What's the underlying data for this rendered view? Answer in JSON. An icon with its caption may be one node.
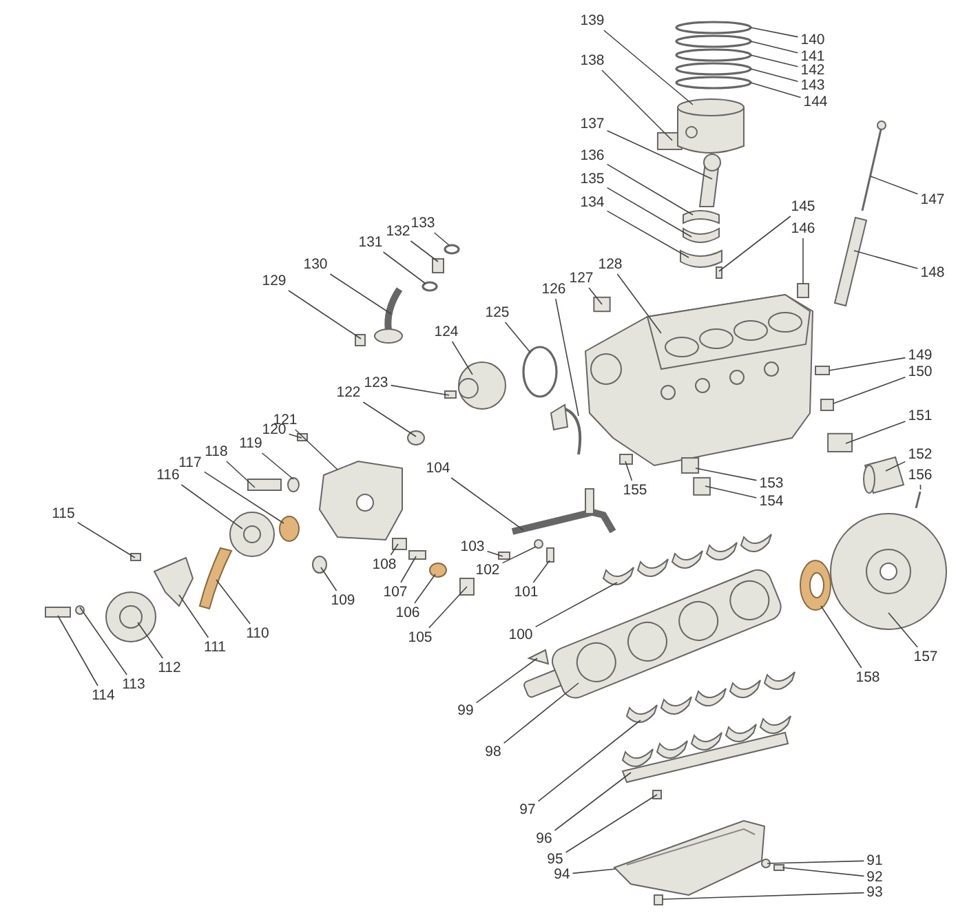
{
  "diagram": {
    "nodes": [
      {
        "text": [
          "91"
        ]
      },
      {
        "text": [
          "92"
        ]
      },
      {
        "text": [
          "93"
        ]
      },
      {
        "text": [
          "94"
        ]
      },
      {
        "text": [
          "95"
        ]
      },
      {
        "text": [
          "96"
        ]
      },
      {
        "text": [
          "97"
        ]
      },
      {
        "text": [
          "98"
        ]
      },
      {
        "text": [
          "99"
        ]
      },
      {
        "text": [
          "100"
        ]
      },
      {
        "text": [
          "101"
        ]
      },
      {
        "text": [
          "102"
        ]
      },
      {
        "text": [
          "103"
        ]
      },
      {
        "text": [
          "104"
        ]
      },
      {
        "text": [
          "105"
        ]
      },
      {
        "text": [
          "106"
        ]
      },
      {
        "text": [
          "107"
        ]
      },
      {
        "text": [
          "108"
        ]
      },
      {
        "text": [
          "109"
        ]
      },
      {
        "text": [
          "110"
        ]
      },
      {
        "text": [
          "111"
        ]
      },
      {
        "text": [
          "112"
        ]
      },
      {
        "text": [
          "113"
        ]
      },
      {
        "text": [
          "114"
        ]
      },
      {
        "text": [
          "115"
        ]
      },
      {
        "text": [
          "116"
        ]
      },
      {
        "text": [
          "117"
        ]
      },
      {
        "text": [
          "118"
        ]
      },
      {
        "text": [
          "119"
        ]
      },
      {
        "text": [
          "120"
        ]
      },
      {
        "text": [
          "121"
        ]
      },
      {
        "text": [
          "122"
        ]
      },
      {
        "text": [
          "123"
        ]
      },
      {
        "text": [
          "124"
        ]
      },
      {
        "text": [
          "125"
        ]
      },
      {
        "text": [
          "126"
        ]
      },
      {
        "text": [
          "127"
        ]
      },
      {
        "text": [
          "128"
        ]
      },
      {
        "text": [
          "129"
        ]
      },
      {
        "text": [
          "130"
        ]
      },
      {
        "text": [
          "131"
        ]
      },
      {
        "text": [
          "132"
        ]
      },
      {
        "text": [
          "133"
        ]
      },
      {
        "text": [
          "134"
        ]
      },
      {
        "text": [
          "135"
        ]
      },
      {
        "text": [
          "136"
        ]
      },
      {
        "text": [
          "137"
        ]
      },
      {
        "text": [
          "138"
        ]
      },
      {
        "text": [
          "139"
        ]
      },
      {
        "text": [
          "140"
        ]
      },
      {
        "text": [
          "141"
        ]
      },
      {
        "text": [
          "142"
        ]
      },
      {
        "text": [
          "143"
        ]
      },
      {
        "text": [
          "144"
        ]
      },
      {
        "text": [
          "145"
        ]
      },
      {
        "text": [
          "146"
        ]
      },
      {
        "text": [
          "147"
        ]
      },
      {
        "text": [
          "148"
        ]
      },
      {
        "text": [
          "149"
        ]
      },
      {
        "text": [
          "150"
        ]
      },
      {
        "text": [
          "151"
        ]
      },
      {
        "text": [
          "152"
        ]
      },
      {
        "text": [
          "153"
        ]
      },
      {
        "text": [
          "154"
        ]
      },
      {
        "text": [
          "155"
        ]
      },
      {
        "text": [
          "156"
        ]
      },
      {
        "text": [
          "157"
        ]
      },
      {
        "text": [
          "158"
        ]
      },
      {
        "text": [],
        "shape": "circle"
      },
      {
        "text": [],
        "shape": "box"
      },
      {
        "text": [],
        "shape": "box"
      },
      {
        "text": [],
        "shape": "picture"
      },
      {
        "text": [],
        "shape": "box"
      },
      {
        "text": [],
        "shape": "picture"
      },
      {
        "text": [],
        "shape": "picture"
      },
      {
        "text": [],
        "shape": "picture"
      },
      {
        "text": [],
        "shape": "picture"
      },
      {
        "text": [],
        "shape": "picture"
      },
      {
        "text": [],
        "shape": "box"
      },
      {
        "text": [],
        "shape": "circle"
      },
      {
        "text": [],
        "shape": "box"
      },
      {
        "text": [],
        "shape": "picture"
      },
      {
        "text": [],
        "shape": "box"
      },
      {
        "text": [],
        "shape": "circle"
      },
      {
        "text": [],
        "shape": "box"
      },
      {
        "text": [],
        "shape": "box"
      },
      {
        "text": [],
        "shape": "circle"
      },
      {
        "text": [],
        "shape": "picture"
      },
      {
        "text": [],
        "shape": "picture"
      },
      {
        "text": [],
        "shape": "picture"
      },
      {
        "text": [],
        "shape": "circle"
      },
      {
        "text": [],
        "shape": "box"
      },
      {
        "text": [],
        "shape": "box"
      },
      {
        "text": [],
        "shape": "picture"
      },
      {
        "text": [],
        "shape": "circle"
      },
      {
        "text": [],
        "shape": "box"
      },
      {
        "text": [],
        "shape": "circle"
      },
      {
        "text": [],
        "shape": "box"
      },
      {
        "text": [],
        "shape": "picture"
      },
      {
        "text": [],
        "shape": "circle"
      },
      {
        "text": [],
        "shape": "box"
      },
      {
        "text": [],
        "shape": "picture"
      },
      {
        "text": [],
        "shape": "circle"
      },
      {
        "text": [],
        "shape": "picture"
      },
      {
        "text": [],
        "shape": "box"
      },
      {
        "text": [],
        "shape": "picture"
      },
      {
        "text": [],
        "shape": "box"
      },
      {
        "text": [],
        "shape": "picture"
      },
      {
        "text": [],
        "shape": "circle"
      },
      {
        "text": [],
        "shape": "box"
      },
      {
        "text": [],
        "shape": "circle"
      },
      {
        "text": [],
        "shape": "picture"
      },
      {
        "text": [],
        "shape": "picture"
      },
      {
        "text": [],
        "shape": "picture"
      },
      {
        "text": [],
        "shape": "picture"
      },
      {
        "text": [],
        "shape": "box"
      },
      {
        "text": [],
        "shape": "picture"
      },
      {
        "text": [],
        "shape": "circle"
      },
      {
        "text": [],
        "shape": "circle"
      },
      {
        "text": [],
        "shape": "circle"
      },
      {
        "text": [],
        "shape": "circle"
      },
      {
        "text": [],
        "shape": "circle"
      },
      {
        "text": [],
        "shape": "box"
      },
      {
        "text": [],
        "shape": "box"
      },
      {
        "text": [],
        "shape": "picture"
      },
      {
        "text": [],
        "shape": "picture"
      },
      {
        "text": [],
        "shape": "box"
      },
      {
        "text": [],
        "shape": "box"
      },
      {
        "text": [],
        "shape": "box"
      },
      {
        "text": [],
        "shape": "picture"
      },
      {
        "text": [],
        "shape": "box"
      },
      {
        "text": [],
        "shape": "box"
      },
      {
        "text": [],
        "shape": "box"
      },
      {
        "text": [],
        "shape": "picture"
      },
      {
        "text": [],
        "shape": "picture"
      },
      {
        "text": [],
        "shape": "picture"
      }
    ],
    "edges": [
      {
        "from": 0,
        "to": 68,
        "arrow": "none"
      },
      {
        "from": 1,
        "to": 69,
        "arrow": "none"
      },
      {
        "from": 2,
        "to": 70,
        "arrow": "none"
      },
      {
        "from": 3,
        "to": 71,
        "arrow": "none"
      },
      {
        "from": 4,
        "to": 72,
        "arrow": "none"
      },
      {
        "from": 5,
        "to": 73,
        "arrow": "none"
      },
      {
        "from": 6,
        "to": 74,
        "arrow": "none"
      },
      {
        "from": 7,
        "to": 75,
        "arrow": "none"
      },
      {
        "from": 8,
        "to": 76,
        "arrow": "none"
      },
      {
        "from": 9,
        "to": 77,
        "arrow": "none"
      },
      {
        "from": 10,
        "to": 78,
        "arrow": "none"
      },
      {
        "from": 11,
        "to": 79,
        "arrow": "none"
      },
      {
        "from": 12,
        "to": 80,
        "arrow": "none"
      },
      {
        "from": 13,
        "to": 81,
        "arrow": "none"
      },
      {
        "from": 14,
        "to": 82,
        "arrow": "none"
      },
      {
        "from": 15,
        "to": 83,
        "arrow": "none"
      },
      {
        "from": 16,
        "to": 84,
        "arrow": "none"
      },
      {
        "from": 17,
        "to": 85,
        "arrow": "none"
      },
      {
        "from": 18,
        "to": 86,
        "arrow": "none"
      },
      {
        "from": 19,
        "to": 87,
        "arrow": "none"
      },
      {
        "from": 20,
        "to": 88,
        "arrow": "none"
      },
      {
        "from": 21,
        "to": 89,
        "arrow": "none"
      },
      {
        "from": 22,
        "to": 90,
        "arrow": "none"
      },
      {
        "from": 23,
        "to": 91,
        "arrow": "none"
      },
      {
        "from": 24,
        "to": 92,
        "arrow": "none"
      },
      {
        "from": 25,
        "to": 93,
        "arrow": "none"
      },
      {
        "from": 26,
        "to": 94,
        "arrow": "none"
      },
      {
        "from": 27,
        "to": 95,
        "arrow": "none"
      },
      {
        "from": 28,
        "to": 96,
        "arrow": "none"
      },
      {
        "from": 29,
        "to": 97,
        "arrow": "none"
      },
      {
        "from": 30,
        "to": 98,
        "arrow": "none"
      },
      {
        "from": 31,
        "to": 99,
        "arrow": "none"
      },
      {
        "from": 32,
        "to": 100,
        "arrow": "none"
      },
      {
        "from": 33,
        "to": 101,
        "arrow": "none"
      },
      {
        "from": 34,
        "to": 102,
        "arrow": "none"
      },
      {
        "from": 35,
        "to": 103,
        "arrow": "none"
      },
      {
        "from": 36,
        "to": 104,
        "arrow": "none"
      },
      {
        "from": 37,
        "to": 105,
        "arrow": "none"
      },
      {
        "from": 38,
        "to": 106,
        "arrow": "none"
      },
      {
        "from": 39,
        "to": 107,
        "arrow": "none"
      },
      {
        "from": 40,
        "to": 108,
        "arrow": "none"
      },
      {
        "from": 41,
        "to": 109,
        "arrow": "none"
      },
      {
        "from": 42,
        "to": 110,
        "arrow": "none"
      },
      {
        "from": 43,
        "to": 111,
        "arrow": "none"
      },
      {
        "from": 44,
        "to": 112,
        "arrow": "none"
      },
      {
        "from": 45,
        "to": 113,
        "arrow": "none"
      },
      {
        "from": 46,
        "to": 114,
        "arrow": "none"
      },
      {
        "from": 47,
        "to": 115,
        "arrow": "none"
      },
      {
        "from": 48,
        "to": 116,
        "arrow": "none"
      },
      {
        "from": 49,
        "to": 117,
        "arrow": "none"
      },
      {
        "from": 50,
        "to": 118,
        "arrow": "none"
      },
      {
        "from": 51,
        "to": 119,
        "arrow": "none"
      },
      {
        "from": 52,
        "to": 120,
        "arrow": "none"
      },
      {
        "from": 53,
        "to": 121,
        "arrow": "none"
      },
      {
        "from": 54,
        "to": 122,
        "arrow": "none"
      },
      {
        "from": 55,
        "to": 123,
        "arrow": "none"
      },
      {
        "from": 56,
        "to": 124,
        "arrow": "none"
      },
      {
        "from": 57,
        "to": 125,
        "arrow": "none"
      },
      {
        "from": 58,
        "to": 126,
        "arrow": "none"
      },
      {
        "from": 59,
        "to": 127,
        "arrow": "none"
      },
      {
        "from": 60,
        "to": 128,
        "arrow": "none"
      },
      {
        "from": 61,
        "to": 129,
        "arrow": "none"
      },
      {
        "from": 62,
        "to": 130,
        "arrow": "none"
      },
      {
        "from": 63,
        "to": 131,
        "arrow": "none"
      },
      {
        "from": 64,
        "to": 132,
        "arrow": "none"
      },
      {
        "from": 65,
        "to": 133,
        "arrow": "none"
      },
      {
        "from": 66,
        "to": 134,
        "arrow": "none"
      },
      {
        "from": 67,
        "to": 135,
        "arrow": "none"
      }
    ]
  }
}
